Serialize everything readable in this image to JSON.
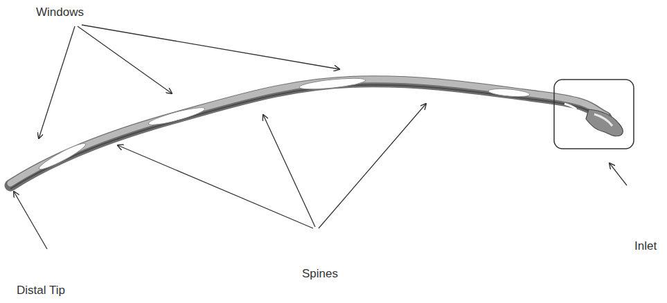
{
  "diagram": {
    "labels": [
      "Windows",
      "Spines",
      "Distal Tip",
      "Inlet"
    ]
  }
}
